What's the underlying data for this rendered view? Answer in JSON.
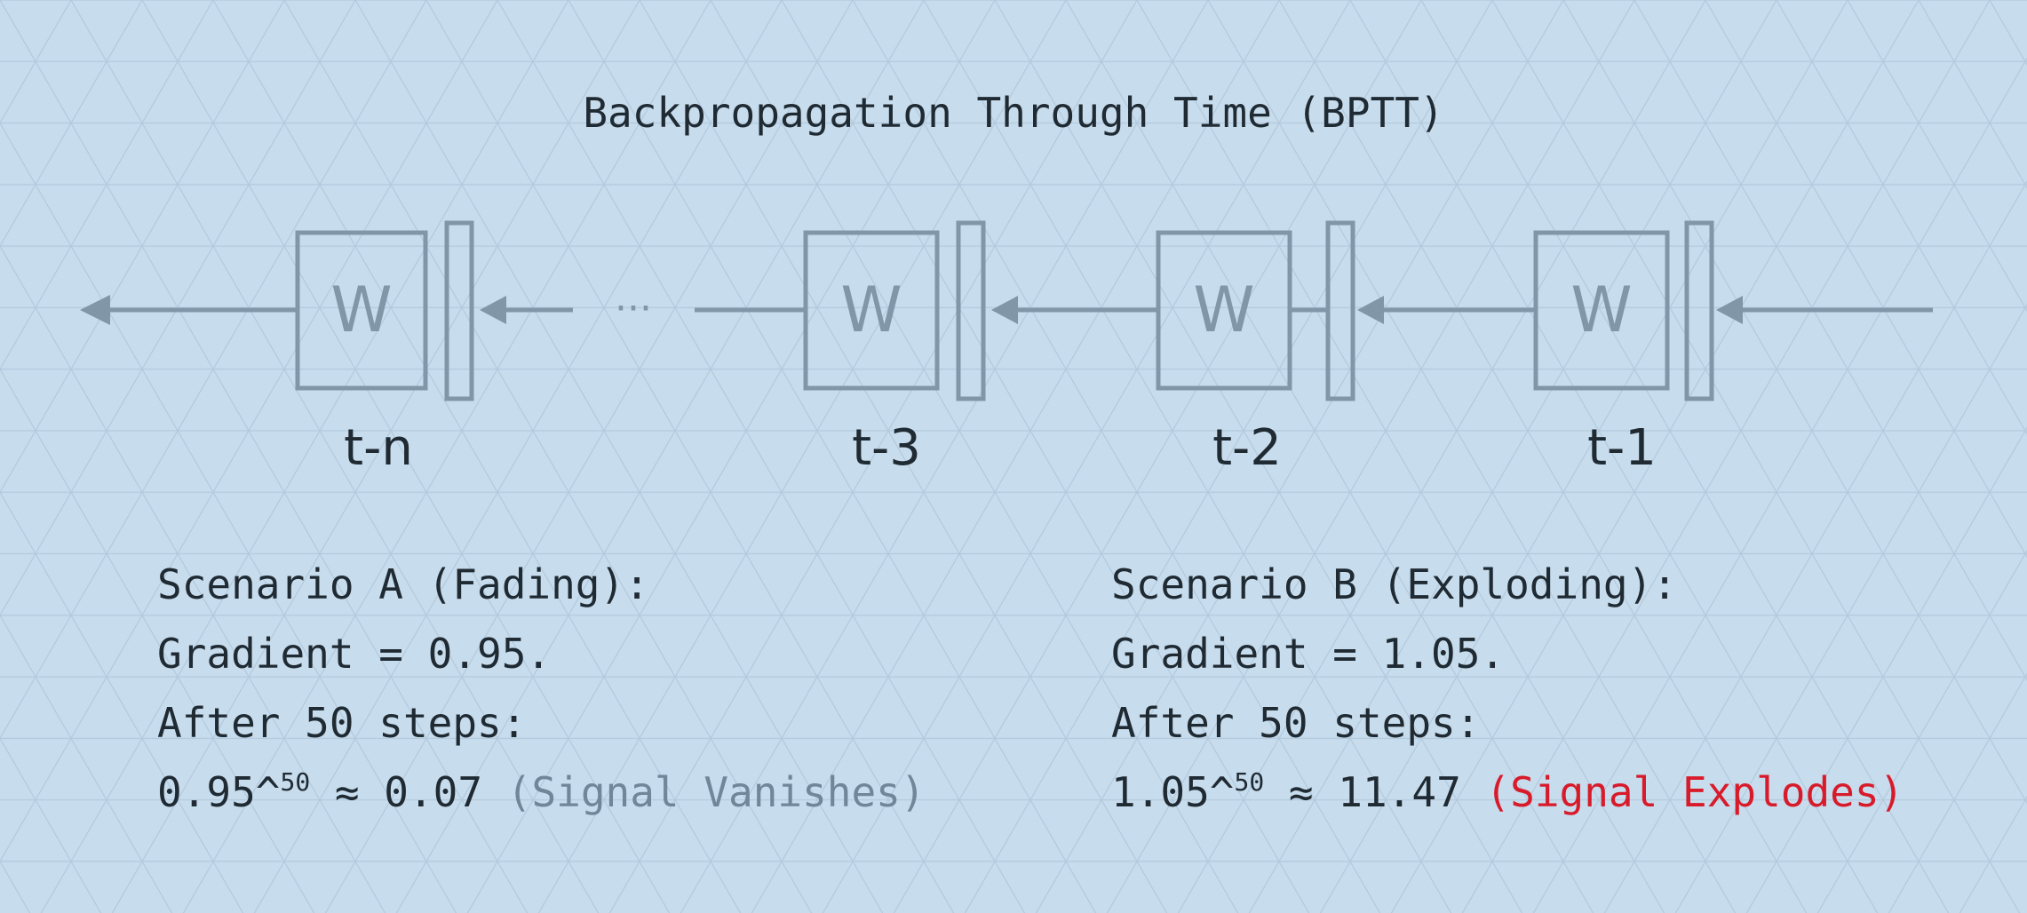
{
  "title": "Backpropagation Through Time (BPTT)",
  "colors": {
    "background": "#c7dcec",
    "grid": "#aec6d8",
    "diagram": "#8197a8",
    "text": "#1f2a33",
    "muted": "#6f8799",
    "alert": "#d81b2a"
  },
  "weight_label": "W",
  "ellipsis": "···",
  "steps": [
    {
      "label": "t-n"
    },
    {
      "label": "t-3"
    },
    {
      "label": "t-2"
    },
    {
      "label": "t-1"
    }
  ],
  "scenario_a": {
    "heading": "Scenario A (Fading):",
    "gradient_line": "Gradient = 0.95.",
    "steps_line": "After 50 steps:",
    "base": "0.95^",
    "exponent": "50",
    "result": " ≈ 0.07 ",
    "note": "(Signal Vanishes)"
  },
  "scenario_b": {
    "heading": "Scenario B (Exploding):",
    "gradient_line": "Gradient = 1.05.",
    "steps_line": "After 50 steps:",
    "base": "1.05^",
    "exponent": "50",
    "result": " ≈ 11.47 ",
    "note": "(Signal Explodes)"
  }
}
